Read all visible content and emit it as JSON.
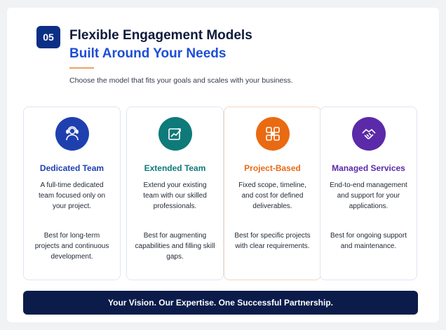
{
  "header": {
    "badge": "05",
    "title_line1": "Flexible Engagement Models",
    "title_line2": "Built Around Your Needs",
    "subtitle": "Choose the model that fits your goals and scales with your business."
  },
  "models": [
    {
      "name": "Dedicated Team",
      "accent": "#1e40af",
      "icon": "team-member-icon",
      "description": "A full-time dedicated team focused only on your project.",
      "best_for": "Best for long-term projects and continuous development."
    },
    {
      "name": "Extended Team",
      "accent": "#0f7a7a",
      "icon": "growth-chart-icon",
      "description": "Extend your existing team with our skilled professionals.",
      "best_for": "Best for augmenting capabilities and filling skill gaps."
    },
    {
      "name": "Project-Based",
      "accent": "#ea6a12",
      "icon": "project-grid-icon",
      "description": "Fixed scope, timeline, and cost for defined deliverables.",
      "best_for": "Best for specific projects with clear requirements."
    },
    {
      "name": "Managed Services",
      "accent": "#5b2aa8",
      "icon": "handshake-icon",
      "description": "End-to-end management and support for your applications.",
      "best_for": "Best for ongoing support and maintenance."
    }
  ],
  "footer": {
    "tagline": "Your Vision. Our Expertise. One Successful Partnership."
  }
}
